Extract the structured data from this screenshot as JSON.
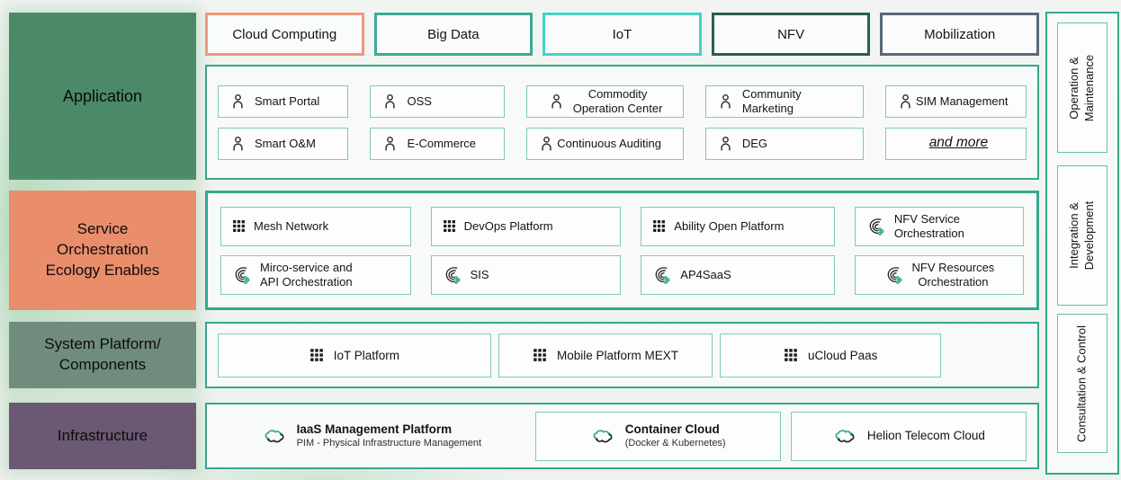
{
  "colors": {
    "container_border": "#36A78D",
    "item_border": "#7FCAB3",
    "rail_inner_border": "#63C2A6",
    "icon_green": "#36A879",
    "icon_dark": "#262626"
  },
  "left_sections": [
    {
      "label": "Application",
      "bg": "#4A8A68"
    },
    {
      "label": "Service\nOrchestration\nEcology Enables",
      "bg": "#E98D6B"
    },
    {
      "label": "System Platform/\nComponents",
      "bg": "#708C7E"
    },
    {
      "label": "Infrastructure",
      "bg": "#6B5873"
    }
  ],
  "tabs": [
    {
      "label": "Cloud Computing",
      "border_color": "#F0977A"
    },
    {
      "label": "Big Data",
      "border_color": "#3BAB96"
    },
    {
      "label": "IoT",
      "border_color": "#43D2CB"
    },
    {
      "label": "NFV",
      "border_color": "#2C5F4E"
    },
    {
      "label": "Mobilization",
      "border_color": "#59697B"
    }
  ],
  "application": {
    "rows": [
      [
        {
          "label": "Smart Portal",
          "icon": "person-icon"
        },
        {
          "label": "OSS",
          "icon": "person-icon"
        },
        {
          "label": "Commodity\nOperation Center",
          "icon": "person-icon"
        },
        {
          "label": "Community\nMarketing",
          "icon": "person-icon"
        },
        {
          "label": "SIM Management",
          "icon": "person-icon"
        }
      ],
      [
        {
          "label": "Smart O&M",
          "icon": "person-icon"
        },
        {
          "label": "E-Commerce",
          "icon": "person-icon"
        },
        {
          "label": "Continuous Auditing",
          "icon": "person-icon"
        },
        {
          "label": "DEG",
          "icon": "person-icon"
        },
        {
          "label": "and more",
          "icon": "none"
        }
      ]
    ]
  },
  "service": {
    "rows": [
      [
        {
          "label": "Mesh Network",
          "icon": "grid-icon"
        },
        {
          "label": "DevOps Platform",
          "icon": "grid-icon"
        },
        {
          "label": "Ability Open Platform",
          "icon": "grid-icon"
        },
        {
          "label": "NFV Service\nOrchestration",
          "icon": "orchestration-icon"
        }
      ],
      [
        {
          "label": "Mirco-service and\nAPI Orchestration",
          "icon": "orchestration-icon"
        },
        {
          "label": "SIS",
          "icon": "orchestration-icon"
        },
        {
          "label": "AP4SaaS",
          "icon": "orchestration-icon"
        },
        {
          "label": "NFV Resources\nOrchestration",
          "icon": "orchestration-icon"
        }
      ]
    ]
  },
  "system": {
    "items": [
      {
        "label": "IoT Platform",
        "icon": "grid-icon"
      },
      {
        "label": "Mobile Platform MEXT",
        "icon": "grid-icon"
      },
      {
        "label": "uCloud Paas",
        "icon": "grid-icon"
      }
    ]
  },
  "infrastructure": {
    "items": [
      {
        "title": "IaaS Management Platform",
        "subtitle": "PIM - Physical Infrastructure Management",
        "icon": "cloud-sync-icon",
        "boxed": false
      },
      {
        "title": "Container Cloud",
        "subtitle": "(Docker & Kubernetes)",
        "icon": "cloud-sync-icon",
        "boxed": true
      },
      {
        "title": "Helion Telecom Cloud",
        "subtitle": "",
        "icon": "cloud-sync-icon",
        "boxed": true
      }
    ]
  },
  "rail": {
    "items": [
      {
        "label": "Operation &\nMaintenance"
      },
      {
        "label": "Integration &\nDevelopment"
      },
      {
        "label": "Consultation & Control"
      }
    ]
  }
}
